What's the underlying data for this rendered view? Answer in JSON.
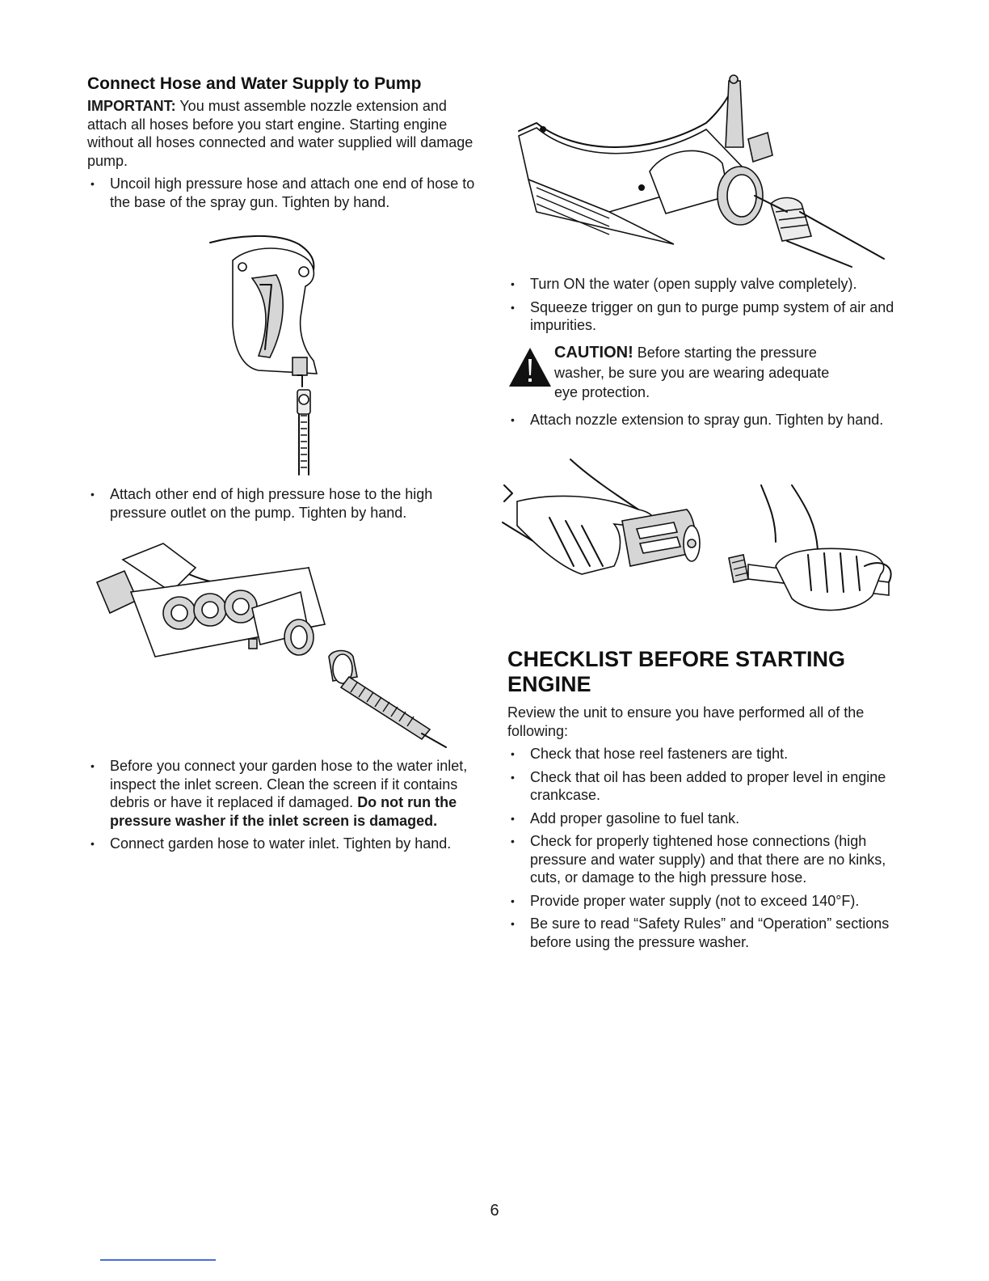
{
  "left": {
    "heading": "Connect Hose and Water Supply to Pump",
    "important_label": "IMPORTANT:",
    "important_text": " You must assemble nozzle extension and attach all hoses before you start engine. Starting engine without all hoses connected and water supplied will damage pump.",
    "bullet1": "Uncoil high pressure hose and attach one end of hose to the base of the spray gun. Tighten by hand.",
    "bullet2": "Attach other end of high pressure hose to the high pressure outlet on the pump. Tighten by hand.",
    "bullet3_text": "Before you connect your garden hose to the water inlet, inspect the inlet screen. Clean the screen if it contains debris or have it replaced if damaged. ",
    "bullet3_bold": "Do not run the pressure washer if the inlet screen is damaged.",
    "bullet4": "Connect garden hose to water inlet. Tighten by hand."
  },
  "right": {
    "bullet1": "Turn ON the water (open supply valve completely).",
    "bullet2": "Squeeze trigger on gun to purge pump system of air and impurities.",
    "caution_word": "CAUTION!",
    "caution_text1": " Before starting the pressure",
    "caution_text2": "washer, be sure you are wearing adequate",
    "caution_text3": "eye protection.",
    "bullet3": "Attach nozzle extension to spray gun. Tighten by hand.",
    "checklist_heading_line1": "CHECKLIST BEFORE STARTING",
    "checklist_heading_line2": "ENGINE",
    "checklist_intro": "Review the unit to ensure you have performed all of the following:",
    "checklist": [
      "Check that hose reel fasteners are tight.",
      "Check that oil has been added to proper level in engine crankcase.",
      "Add proper gasoline to fuel tank.",
      "Check for properly tightened hose connections (high pressure and water supply) and that there are no kinks, cuts, or damage to the high pressure hose.",
      "Provide proper water supply (not to exceed 140°F).",
      "Be sure to read “Safety Rules” and “Operation” sections before using the pressure washer."
    ]
  },
  "icons": {
    "spray_gun": "spray-gun-illustration",
    "pump_outlet": "pump-outlet-illustration",
    "pump_inlet": "pump-inlet-illustration",
    "nozzle": "nozzle-extension-illustration",
    "caution": "warning-triangle-icon"
  },
  "footer": {
    "page_number": "6"
  },
  "colors": {
    "text": "#1a1a1a",
    "footer_line": "#4a6ed8"
  }
}
